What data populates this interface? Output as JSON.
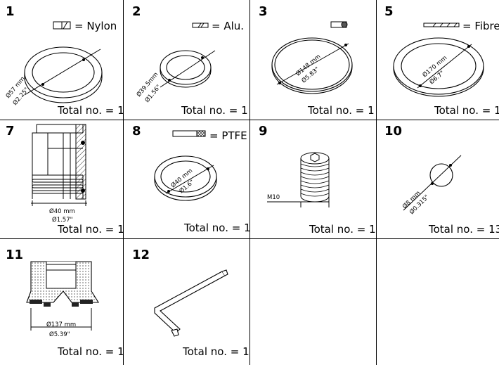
{
  "cells": [
    {
      "number": "1",
      "material": "= Nylon",
      "dim_mm": "Ø57 mm",
      "dim_in": "Ø2.25\"",
      "total": "Total no. = 1"
    },
    {
      "number": "2",
      "material": "= Alu.",
      "dim_mm": "Ø39.5mm",
      "dim_in": "Ø1.56\"",
      "total": "Total no. = 1"
    },
    {
      "number": "3",
      "material": "",
      "dim_mm": "Ø148 mm",
      "dim_in": "Ø5.83\"",
      "total": "Total no. = 1"
    },
    {
      "number": "5",
      "material": "= Fibre",
      "dim_mm": "Ø170 mm",
      "dim_in": "Ø6.7\"",
      "total": "Total no. = 1"
    },
    {
      "number": "7",
      "material": "",
      "dim_mm": "Ø40 mm",
      "dim_in": "Ø1.57\"",
      "total": "Total no. = 1"
    },
    {
      "number": "8",
      "material": "= PTFE",
      "dim_mm": "Ø40 mm",
      "dim_in": "Ø1.6\"",
      "total": "Total no. = 1"
    },
    {
      "number": "9",
      "material": "",
      "label": "M10",
      "total": "Total no. = 1"
    },
    {
      "number": "10",
      "material": "",
      "dim_mm": "Ø8 mm",
      "dim_in": "Ø0.315\"",
      "total": "Total no. = 13"
    },
    {
      "number": "11",
      "material": "",
      "dim_mm": "Ø137 mm",
      "dim_in": "Ø5.39\"",
      "total": "Total no. = 1"
    },
    {
      "number": "12",
      "material": "",
      "total": "Total no. = 1"
    }
  ]
}
